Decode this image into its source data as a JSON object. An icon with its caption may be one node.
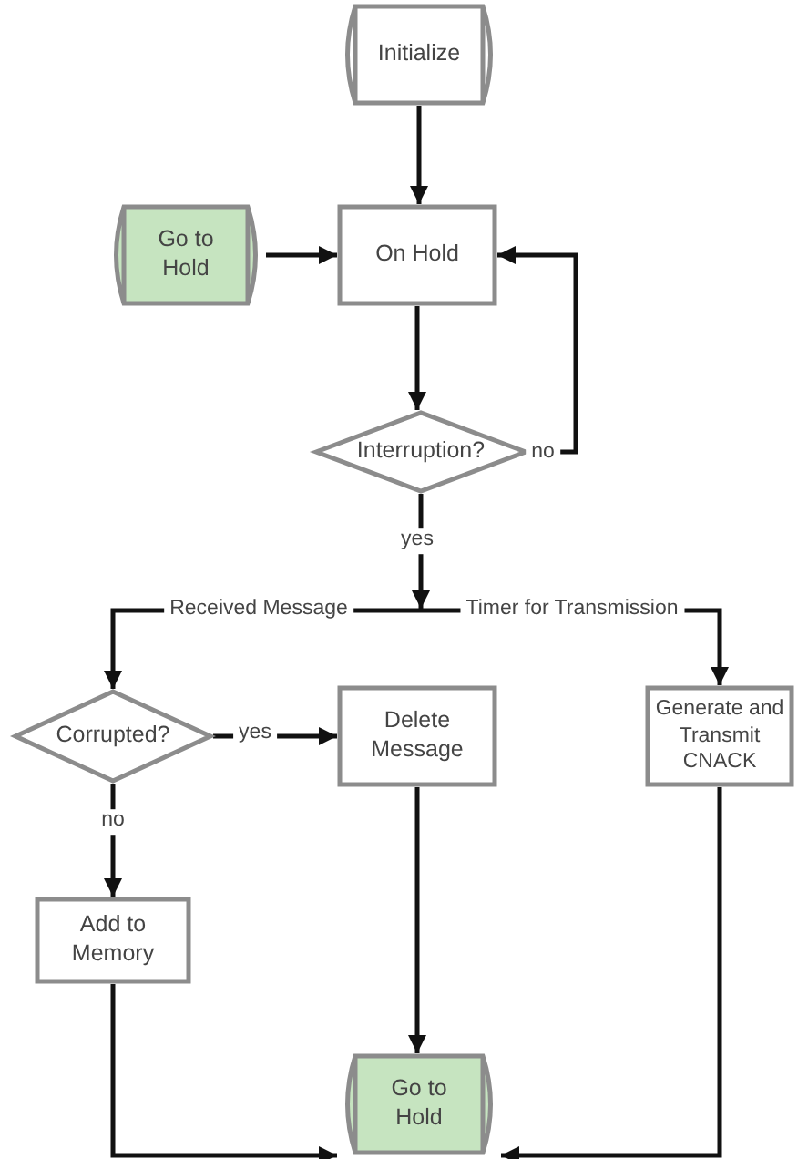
{
  "diagram": {
    "nodes": [
      {
        "text": [
          "Initialize"
        ]
      },
      {
        "text": [
          "Go to Hold"
        ]
      },
      {
        "text": [
          "On Hold"
        ]
      },
      {
        "text": [
          "Interruption?"
        ]
      },
      {
        "text": [
          "Corrupted?"
        ]
      },
      {
        "text": [
          "Delete Message"
        ]
      },
      {
        "text": [
          "Generate and Transmit CNACK"
        ]
      },
      {
        "text": [
          "Add to Memory"
        ]
      },
      {
        "text": [
          "Go to Hold"
        ]
      }
    ],
    "edges": [
      {
        "from": 0,
        "to": 2,
        "arrow": "to"
      },
      {
        "from": 1,
        "to": 2,
        "arrow": "to"
      },
      {
        "from": 2,
        "to": 3,
        "arrow": "to"
      },
      {
        "from": 3,
        "to": 2,
        "arrow": "to",
        "label": "no"
      },
      {
        "from": 3,
        "to": 4,
        "arrow": "to",
        "label": "Received Message"
      },
      {
        "from": 3,
        "to": 6,
        "arrow": "to",
        "label": "Timer for Transmission"
      },
      {
        "from": 4,
        "to": 5,
        "arrow": "to",
        "label": "yes"
      },
      {
        "from": 4,
        "to": 7,
        "arrow": "to",
        "label": "no"
      },
      {
        "from": 5,
        "to": 8,
        "arrow": "to"
      },
      {
        "from": 7,
        "to": 8,
        "arrow": "to"
      },
      {
        "from": 6,
        "to": 8,
        "arrow": "to"
      }
    ],
    "labels": [
      "yes"
    ]
  }
}
